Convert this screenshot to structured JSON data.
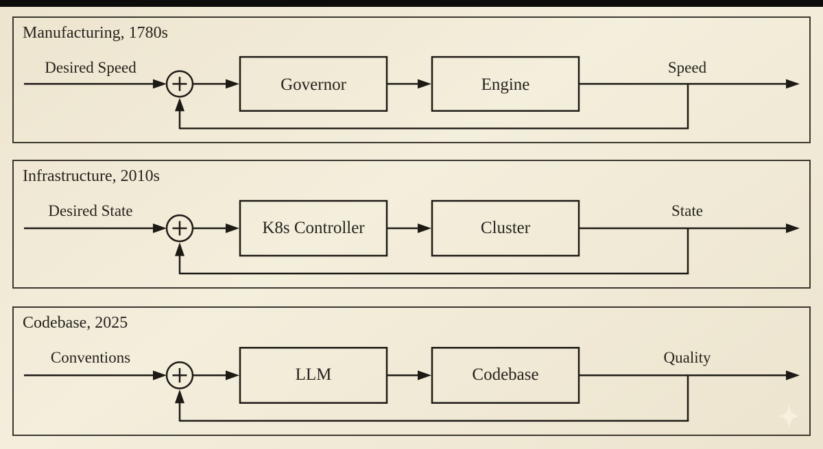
{
  "colors": {
    "background": "#f0e9d5",
    "line": "#1d1a15",
    "panel_border": "#3a372f",
    "text": "#26231d",
    "top_bar": "#0d0c0a",
    "sparkle": "#f8f1dd"
  },
  "sum_symbol": "+",
  "panels": [
    {
      "title": "Manufacturing, 1780s",
      "input_label": "Desired Speed",
      "controller": "Governor",
      "plant": "Engine",
      "output_label": "Speed"
    },
    {
      "title": "Infrastructure, 2010s",
      "input_label": "Desired State",
      "controller": "K8s Controller",
      "plant": "Cluster",
      "output_label": "State"
    },
    {
      "title": "Codebase, 2025",
      "input_label": "Conventions",
      "controller": "LLM",
      "plant": "Codebase",
      "output_label": "Quality"
    }
  ],
  "watermark": {
    "icon": "sparkle"
  }
}
